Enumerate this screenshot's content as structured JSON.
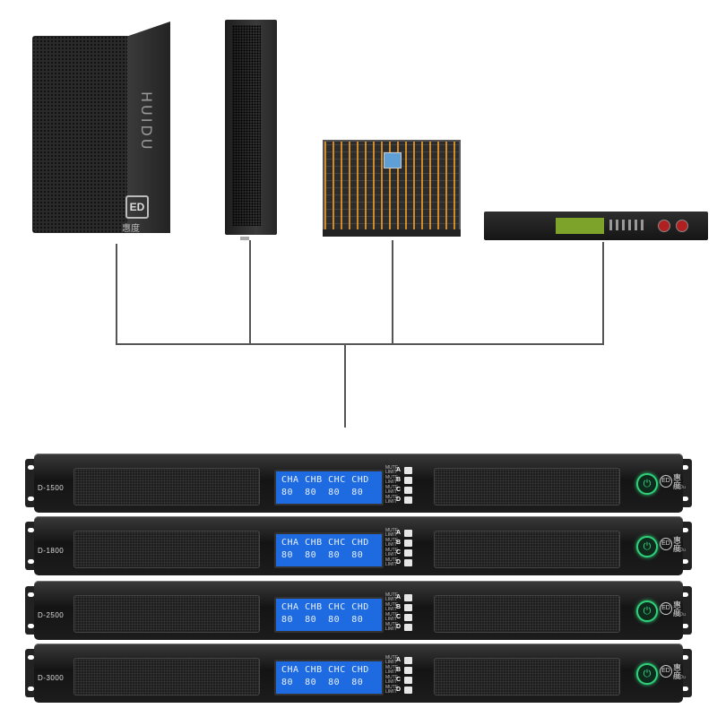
{
  "speaker": {
    "brand": "HUIDU",
    "logo": "ED",
    "logo_sub": "惠度"
  },
  "amplifiers": [
    {
      "model": "D-1500",
      "display_line1": "CHA CHB CHC CHD",
      "display_line2": "80  80  80  80"
    },
    {
      "model": "D-1800",
      "display_line1": "CHA CHB CHC CHD",
      "display_line2": "80  80  80  80"
    },
    {
      "model": "D-2500",
      "display_line1": "CHA CHB CHC CHD",
      "display_line2": "80  80  80  80"
    },
    {
      "model": "D-3000",
      "display_line1": "CHA CHB CHC CHD",
      "display_line2": "80  80  80  80"
    }
  ],
  "amp_controls": {
    "mute_label": "MUTE",
    "limit_label": "LIMIT",
    "channels": [
      "A",
      "B",
      "C",
      "D"
    ]
  },
  "amp_brand": {
    "logo": "ED",
    "name": "惠度",
    "sub": "HuiDu"
  },
  "colors": {
    "display": "#1e6ae0",
    "power_ring": "#2fd07a",
    "wire": "#555555"
  }
}
